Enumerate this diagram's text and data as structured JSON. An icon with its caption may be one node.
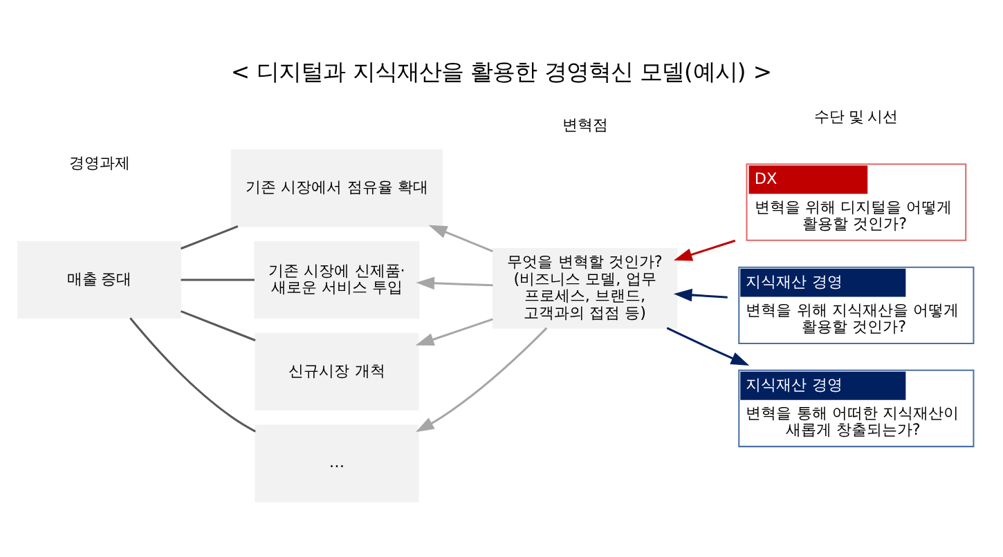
{
  "diagram": {
    "title": "< 디지털과 지식재산을 활용한 경영혁신 모델(예시) >",
    "nodes": [
      {
        "text": [
          "매출 증대"
        ]
      },
      {
        "text": [
          "기존 시장에서 점유율 확대"
        ]
      },
      {
        "text": [
          "기존 시장에 신제품· 새로운 서비스 투입"
        ]
      },
      {
        "text": [
          "신규시장 개척"
        ]
      },
      {
        "text": [
          "…"
        ]
      },
      {
        "text": [
          "무엇을 변혁할 것인가?",
          "(비즈니스 모델, 업무 프로세스, 브랜드, 고객과의 접점 등)"
        ]
      },
      {
        "text": [
          "DX",
          "변혁을 위해 디지털을 어떻게 활용할 것인가?"
        ]
      },
      {
        "text": [
          "지식재산 경영",
          "변혁을 위해 지식재산을 어떻게 활용할 것인가?"
        ]
      },
      {
        "text": [
          "지식재산 경영",
          "변혁을 통해 어떠한 지식재산이 새롭게 창출되는가?"
        ]
      }
    ],
    "edges": [
      {
        "from": 0,
        "to": 1,
        "arrow": "none"
      },
      {
        "from": 0,
        "to": 2,
        "arrow": "none"
      },
      {
        "from": 0,
        "to": 3,
        "arrow": "none"
      },
      {
        "from": 0,
        "to": 4,
        "arrow": "none"
      },
      {
        "from": 5,
        "to": 1,
        "arrow": "to",
        "color": "#a6a6a6"
      },
      {
        "from": 5,
        "to": 2,
        "arrow": "to",
        "color": "#a6a6a6"
      },
      {
        "from": 5,
        "to": 3,
        "arrow": "to",
        "color": "#a6a6a6"
      },
      {
        "from": 5,
        "to": 4,
        "arrow": "to",
        "color": "#a6a6a6"
      },
      {
        "from": 6,
        "to": 5,
        "arrow": "to",
        "color": "#c00000"
      },
      {
        "from": 7,
        "to": 5,
        "arrow": "to",
        "color": "#002060"
      },
      {
        "from": 5,
        "to": 8,
        "arrow": "to",
        "color": "#002060"
      }
    ],
    "labels": [
      "경영과제",
      "변혁점",
      "수단 및 시선"
    ]
  }
}
